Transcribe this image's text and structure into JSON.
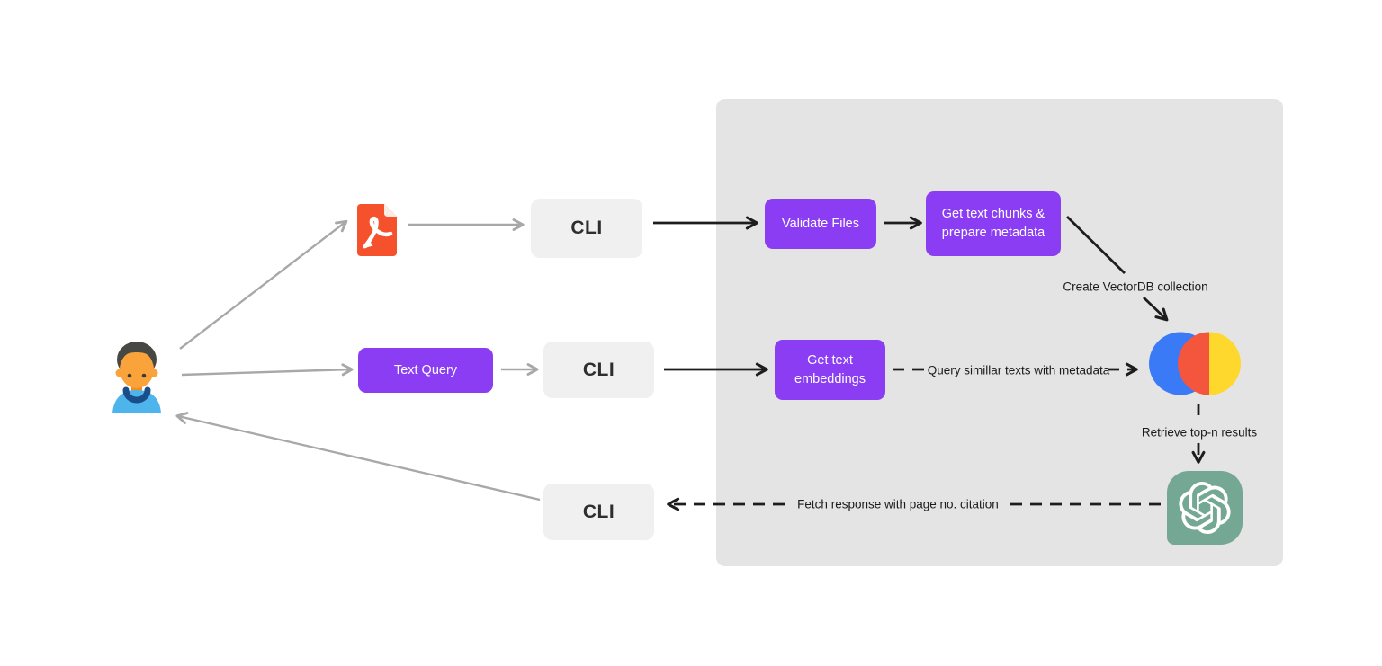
{
  "diagram": {
    "nodes": {
      "cli1": {
        "label": "CLI"
      },
      "cli2": {
        "label": "CLI"
      },
      "cli3": {
        "label": "CLI"
      },
      "validate": {
        "label": "Validate Files"
      },
      "chunks": {
        "line1": "Get text chunks &",
        "line2": "prepare metadata"
      },
      "text_query": {
        "label": "Text Query"
      },
      "embeddings": {
        "line1": "Get text",
        "line2": "embeddings"
      }
    },
    "labels": {
      "create_vectordb": "Create VectorDB collection",
      "query_similar": "Query simillar texts with metadata",
      "retrieve_topn": "Retrieve top-n results",
      "fetch_response": "Fetch response with page no. citation"
    },
    "icons": {
      "user": "user-icon",
      "pdf": "pdf-file-icon",
      "chroma": "chroma-db-logo",
      "openai": "openai-logo"
    },
    "colors": {
      "purple_box": "#8b3df4",
      "cli_box_bg": "#f0f0f0",
      "panel_bg": "#e4e4e4",
      "gray_arrow": "#a8a8a8",
      "black_arrow": "#1d1d1d",
      "pdf_orange": "#f4512c",
      "openai_green": "#74a894",
      "chroma_blue": "#3b7af7",
      "chroma_red": "#f4553d",
      "chroma_yellow": "#ffd82e"
    }
  }
}
